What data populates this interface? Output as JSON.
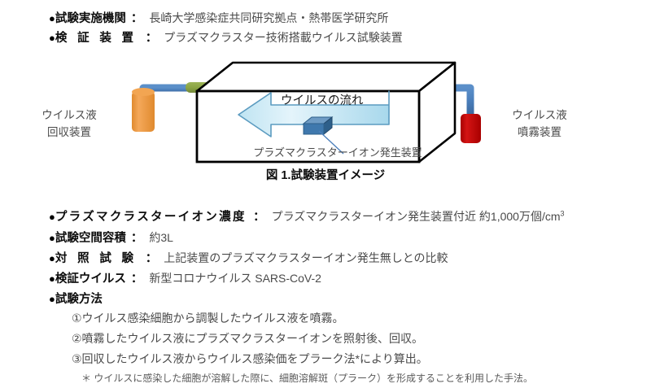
{
  "specs_top": [
    {
      "label": "試験実施機関",
      "colon": "：",
      "value": "長崎大学感染症共同研究拠点・熱帯医学研究所"
    },
    {
      "label": "検 証 装 置",
      "colon": "：",
      "value": "プラズマクラスター技術搭載ウイルス試験装置"
    }
  ],
  "figure": {
    "caption": "図 1.試験装置イメージ",
    "flow_arrow_text": "ウイルスの流れ",
    "left_device_line1": "ウイルス液",
    "left_device_line2": "回収装置",
    "right_device_line1": "ウイルス液",
    "right_device_line2": "噴霧装置",
    "ion_generator_label": "プラズマクラスターイオン発生装置",
    "colors": {
      "box_outline": "#000000",
      "hidden_edge": "#333333",
      "arrow_fill_light": "#dff0f8",
      "arrow_fill_dark": "#9fd4e8",
      "arrow_outline": "#4a90ab",
      "tube_blue": "#4a7ebb",
      "connector_green": "#8ba544",
      "recovery_cylinder_orange": "#ed9b40",
      "spray_cylinder_red": "#c00000",
      "ion_device_blue": "#2e5f8a",
      "leader_line": "#4a7ebb"
    }
  },
  "specs_bottom": [
    {
      "label": "プラズマクラスターイオン濃度",
      "colon": "：",
      "value": "プラズマクラスターイオン発生装置付近  約1,000万個/cm",
      "value_sup": "3"
    },
    {
      "label": "試験空間容積",
      "colon": "：",
      "value": "約3L"
    },
    {
      "label": "対 照 試 験",
      "colon": "：",
      "value": "上記装置のプラズマクラスターイオン発生無しとの比較"
    },
    {
      "label": "検証ウイルス",
      "colon": "：",
      "value": "新型コロナウイルス  SARS-CoV-2"
    },
    {
      "label": "試験方法",
      "colon": "",
      "value": ""
    }
  ],
  "method_steps": [
    "①ウイルス感染細胞から調製したウイルス液を噴霧。",
    "②噴霧したウイルス液にプラズマクラスターイオンを照射後、回収。",
    "③回収したウイルス液からウイルス感染価をプラーク法*により算出。"
  ],
  "footnote": "＊ ウイルスに感染した細胞が溶解した際に、細胞溶解斑（プラーク）を形成することを利用した手法。"
}
